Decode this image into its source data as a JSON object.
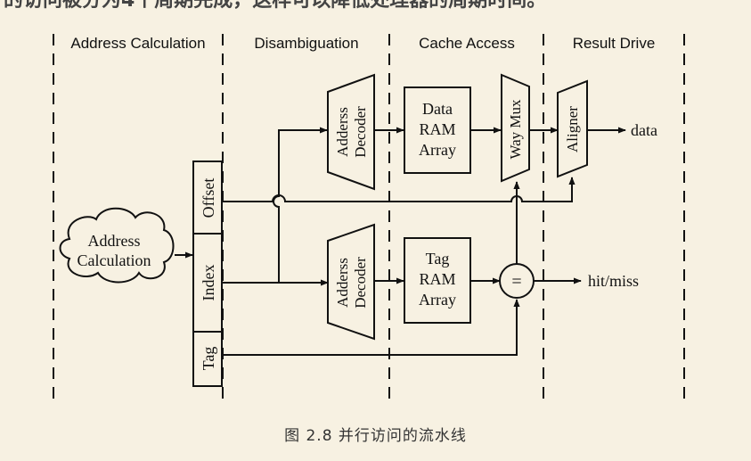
{
  "top_text": "的访问被分为4个周期完成，这样可以降低处理器的周期时间。",
  "stages": [
    {
      "label": "Address Calculation"
    },
    {
      "label": "Disambiguation"
    },
    {
      "label": "Cache Access"
    },
    {
      "label": "Result Drive"
    }
  ],
  "cloud": {
    "line1": "Address",
    "line2": "Calculation"
  },
  "fields": {
    "offset": "Offset",
    "index": "Index",
    "tag": "Tag"
  },
  "decoder_top": {
    "line1": "Adderss",
    "line2": "Decoder"
  },
  "decoder_bottom": {
    "line1": "Adderss",
    "line2": "Decoder"
  },
  "data_ram": {
    "line1": "Data",
    "line2": "RAM",
    "line3": "Array"
  },
  "tag_ram": {
    "line1": "Tag",
    "line2": "RAM",
    "line3": "Array"
  },
  "way_mux": "Way Mux",
  "aligner": "Aligner",
  "comparator": "=",
  "outputs": {
    "data": "data",
    "hit_miss": "hit/miss"
  },
  "caption": "图 2.8   并行访问的流水线"
}
